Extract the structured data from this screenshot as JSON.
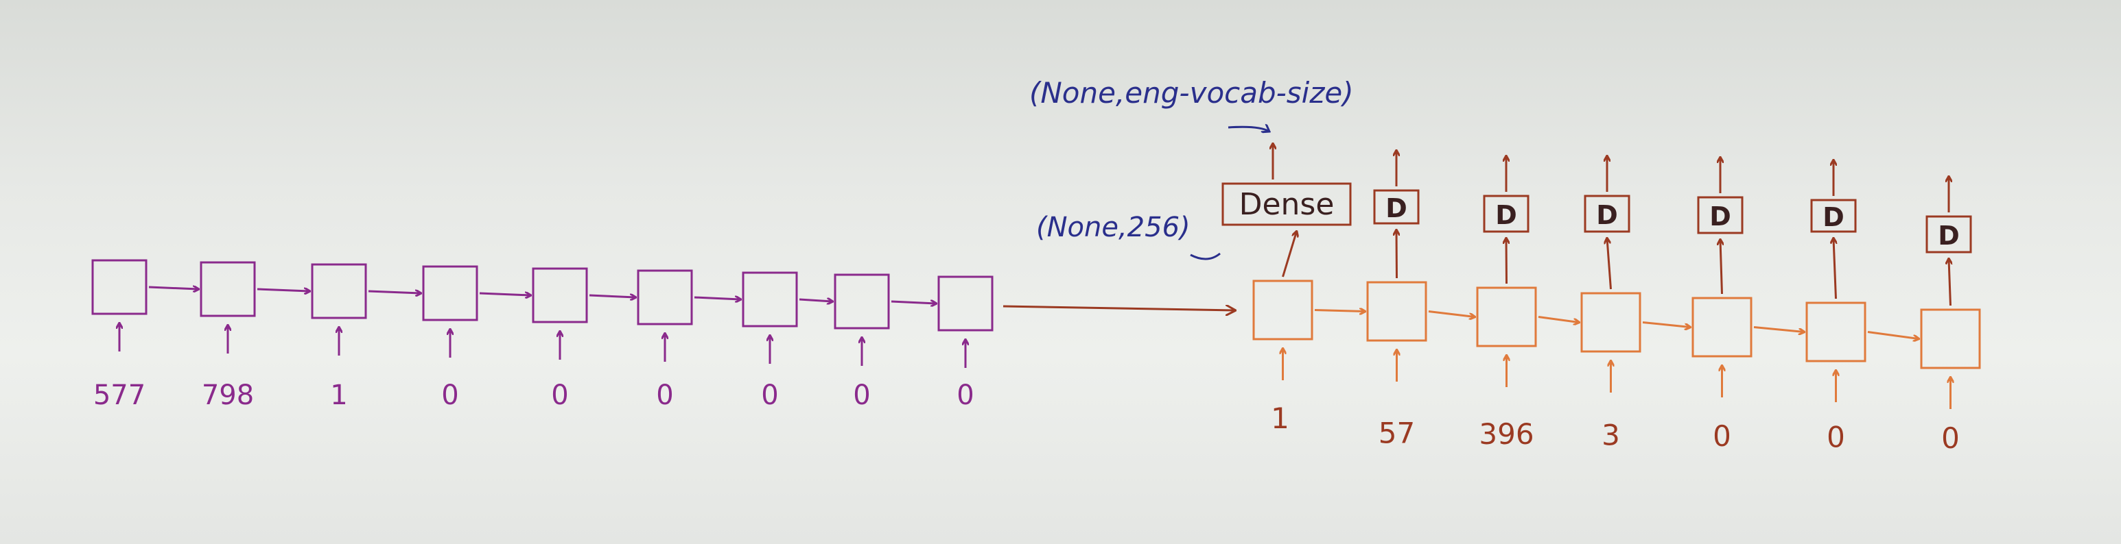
{
  "diagram": {
    "encoder": {
      "color": "#8a2a8c",
      "inputs": [
        "577",
        "798",
        "1",
        "0",
        "0",
        "0",
        "0",
        "0",
        "0"
      ]
    },
    "decoder": {
      "color": "#e07a3c",
      "dense_color": "#9b3a22",
      "inputs": [
        "1",
        "57",
        "396",
        "3",
        "0",
        "0",
        "0"
      ],
      "dense_labels": [
        "Dense",
        "D",
        "D",
        "D",
        "D",
        "D",
        "D"
      ]
    },
    "annotations": {
      "color": "#2a2f8c",
      "output_shape": "(None,eng-vocab-size)",
      "state_shape": "(None,256)"
    }
  }
}
